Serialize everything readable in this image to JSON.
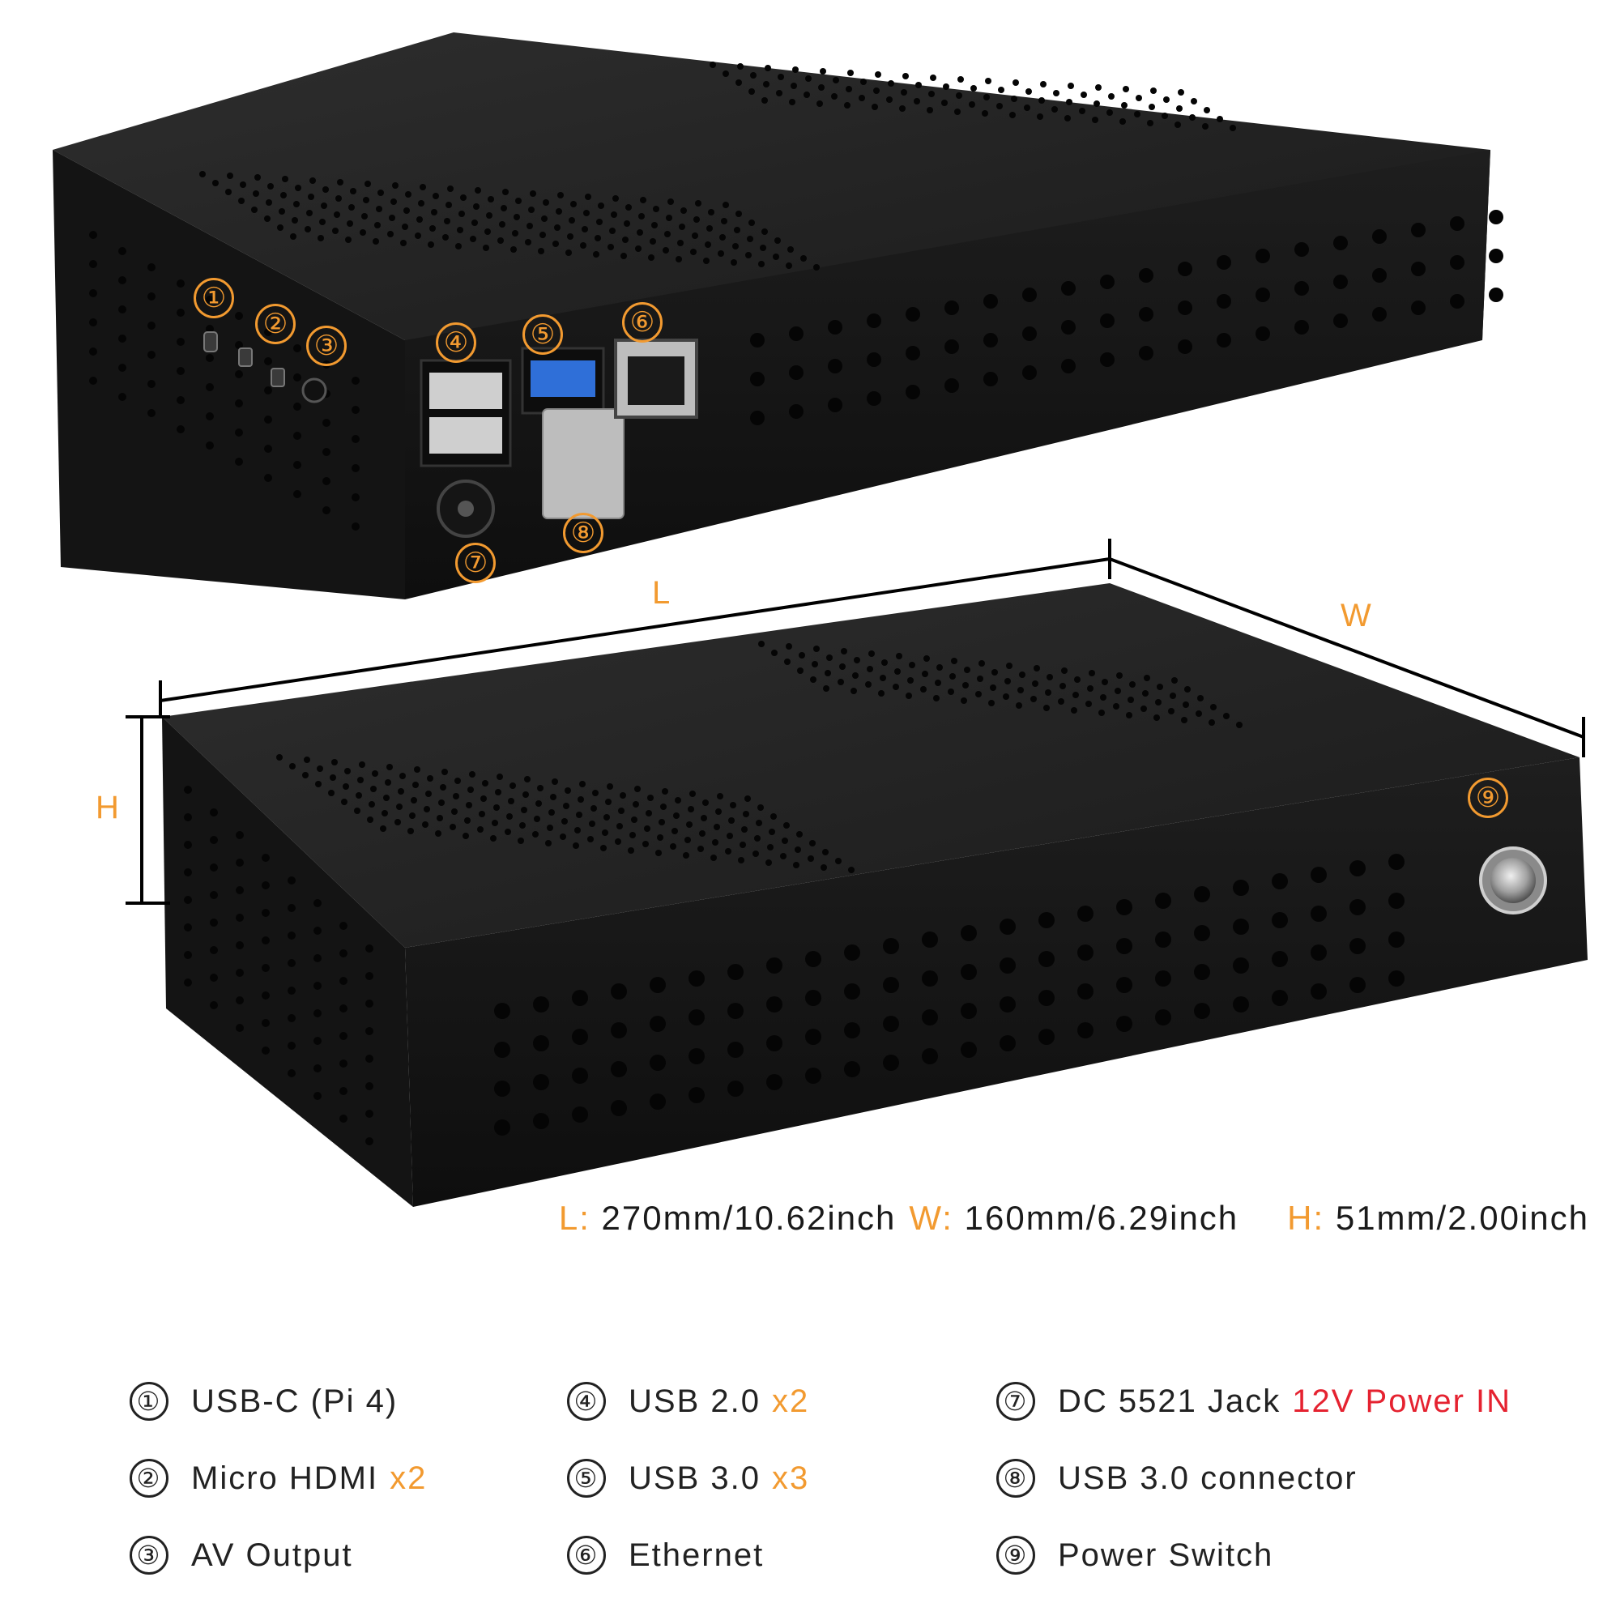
{
  "colors": {
    "accent": "#f29a30",
    "power_red": "#e52230",
    "case": "#1c1c1c",
    "text": "#222222"
  },
  "callouts": [
    "①",
    "②",
    "③",
    "④",
    "⑤",
    "⑥",
    "⑦",
    "⑧",
    "⑨"
  ],
  "dimension_letters": {
    "length": "L",
    "width": "W",
    "height": "H"
  },
  "dimensions": {
    "l_key": "L:",
    "l_value": "270mm/10.62inch",
    "w_key": "W:",
    "w_value": "160mm/6.29inch",
    "h_key": "H:",
    "h_value": "51mm/2.00inch"
  },
  "legend": [
    {
      "num": "①",
      "label": "USB-C (Pi 4)",
      "extra": ""
    },
    {
      "num": "④",
      "label": "USB 2.0",
      "extra": "x2"
    },
    {
      "num": "⑦",
      "label": "DC 5521 Jack",
      "extra": "12V Power IN"
    },
    {
      "num": "②",
      "label": "Micro HDMI",
      "extra": "x2"
    },
    {
      "num": "⑤",
      "label": "USB 3.0",
      "extra": "x3"
    },
    {
      "num": "⑧",
      "label": "USB 3.0 connector",
      "extra": ""
    },
    {
      "num": "③",
      "label": "AV Output",
      "extra": ""
    },
    {
      "num": "⑥",
      "label": "Ethernet",
      "extra": ""
    },
    {
      "num": "⑨",
      "label": "Power Switch",
      "extra": ""
    }
  ]
}
